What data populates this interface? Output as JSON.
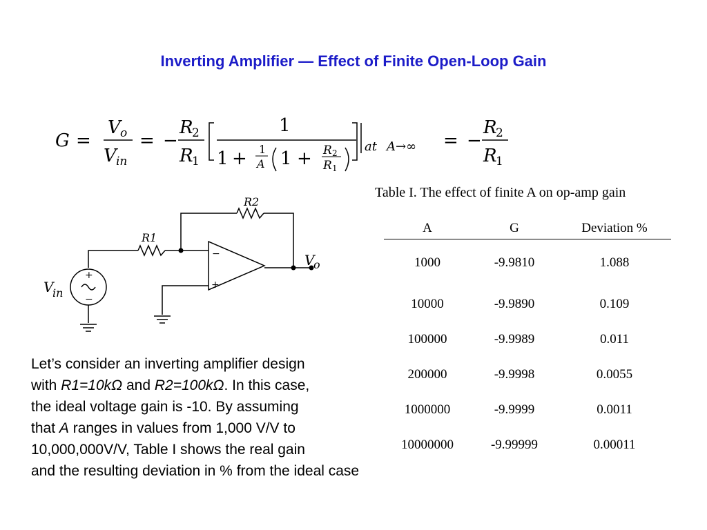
{
  "title": "Inverting Amplifier — Effect of Finite Open-Loop Gain",
  "formula": {
    "lhs": "G",
    "eq": "=",
    "vo": "V",
    "vo_sub": "o",
    "vin": "V",
    "vin_sub": "in",
    "minus": "−",
    "r2": "R",
    "r2_sub": "2",
    "r1": "R",
    "r1_sub": "1",
    "one": "1",
    "plus": "+",
    "a": "A",
    "at_text": "at",
    "limit": "A→∞"
  },
  "circuit": {
    "r1_label": "R1",
    "r2_label": "R2",
    "vin_label": "V",
    "vin_sub": "in",
    "vo_label": "V",
    "vo_sub": "o",
    "minus_input": "−",
    "plus_input": "+",
    "source_plus": "+",
    "source_minus": "−",
    "source_symbol": "~"
  },
  "table": {
    "caption": "Table I. The effect of finite A on op-amp gain",
    "headers": [
      "A",
      "G",
      "Deviation %"
    ],
    "rows": [
      [
        "1000",
        "-9.9810",
        "1.088"
      ],
      [
        "10000",
        "-9.9890",
        "0.109"
      ],
      [
        "100000",
        "-9.9989",
        "0.011"
      ],
      [
        "200000",
        "-9.9998",
        "0.0055"
      ],
      [
        "1000000",
        "-9.9999",
        "0.0011"
      ],
      [
        "10000000",
        "-9.99999",
        "0.00011"
      ]
    ]
  },
  "body": {
    "line1": "Let’s consider an inverting amplifier design",
    "line2_a": "with ",
    "line2_r1": "R1=10kΩ",
    "line2_b": " and ",
    "line2_r2": "R2=100kΩ",
    "line2_c": ". In this case,",
    "line3": "the ideal voltage gain is -10. By assuming",
    "line4_a": "that ",
    "line4_A": "A",
    "line4_b": " ranges in values from 1,000 V/V to",
    "line5": "10,000,000V/V, Table I shows the real gain",
    "line6": "and the resulting deviation in % from the ideal case"
  }
}
